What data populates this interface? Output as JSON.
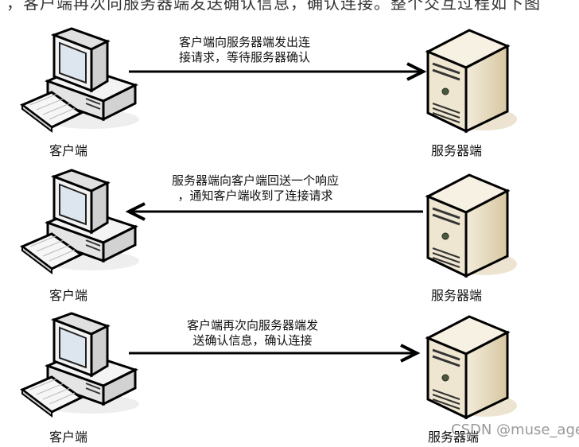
{
  "intro_text_cropped": "，客户端再次向服务器端发送确认信息，确认连接。整个交互过程如下图",
  "steps": [
    {
      "client_label": "客户端",
      "server_label": "服务器端",
      "message_line1": "客户端向服务器端发出连",
      "message_line2": "接请求，等待服务器确认",
      "direction": "client-to-server"
    },
    {
      "client_label": "客户端",
      "server_label": "服务器端",
      "message_line1": "服务器端向客户端回送一个响应",
      "message_line2": "，通知客户端收到了连接请求",
      "direction": "server-to-client"
    },
    {
      "client_label": "客户端",
      "server_label": "服务器端",
      "message_line1": "客户端再次向服务器端发",
      "message_line2": "送确认信息，确认连接",
      "direction": "client-to-server"
    }
  ],
  "watermark": "CSDN @muse_age",
  "colors": {
    "server_body": "#e8dcc0",
    "arrow": "#000000"
  }
}
